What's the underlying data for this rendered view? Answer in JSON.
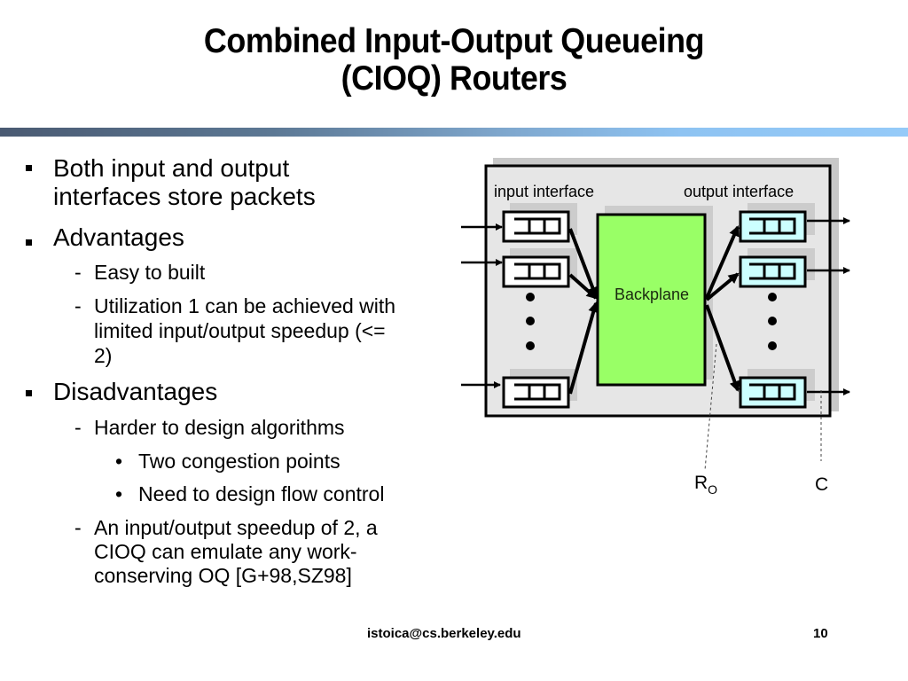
{
  "slide": {
    "title_line1": "Combined Input-Output Queueing",
    "title_line2": "(CIOQ) Routers",
    "bullets": [
      {
        "text_lines": [
          "Both input and output",
          "interfaces store packets"
        ]
      },
      {
        "text_lines": [
          "Advantages"
        ],
        "sub": [
          {
            "marker": "-",
            "text_lines": [
              "Easy to built"
            ]
          },
          {
            "marker": "-",
            "text_lines": [
              "Utilization 1 can be achieved with",
              "limited input/output speedup (<=",
              "2)"
            ]
          }
        ]
      },
      {
        "text_lines": [
          "Disadvantages"
        ],
        "sub": [
          {
            "marker": "-",
            "text_lines": [
              "Harder to design algorithms"
            ],
            "sub": [
              {
                "marker": "•",
                "text_lines": [
                  "Two congestion points"
                ]
              },
              {
                "marker": "•",
                "text_lines": [
                  "Need to design flow control"
                ]
              }
            ]
          },
          {
            "marker": "-",
            "text_lines": [
              "An input/output speedup of 2, a",
              "CIOQ can emulate any work-",
              "conserving OQ [G+98,SZ98]"
            ]
          }
        ]
      }
    ],
    "footer": {
      "email": "istoica@cs.berkeley.edu",
      "page": "10"
    }
  },
  "diagram": {
    "input_label": "input interface",
    "output_label": "output interface",
    "backplane_label": "Backplane",
    "ro_label_main": "R",
    "ro_label_sub": "O",
    "c_label": "C",
    "colors": {
      "backplane": "#99ff66",
      "output_queue": "#ccffff",
      "input_queue": "#ffffff",
      "chassis": "#e6e6e6",
      "shadow": "#c8c8c8"
    }
  }
}
